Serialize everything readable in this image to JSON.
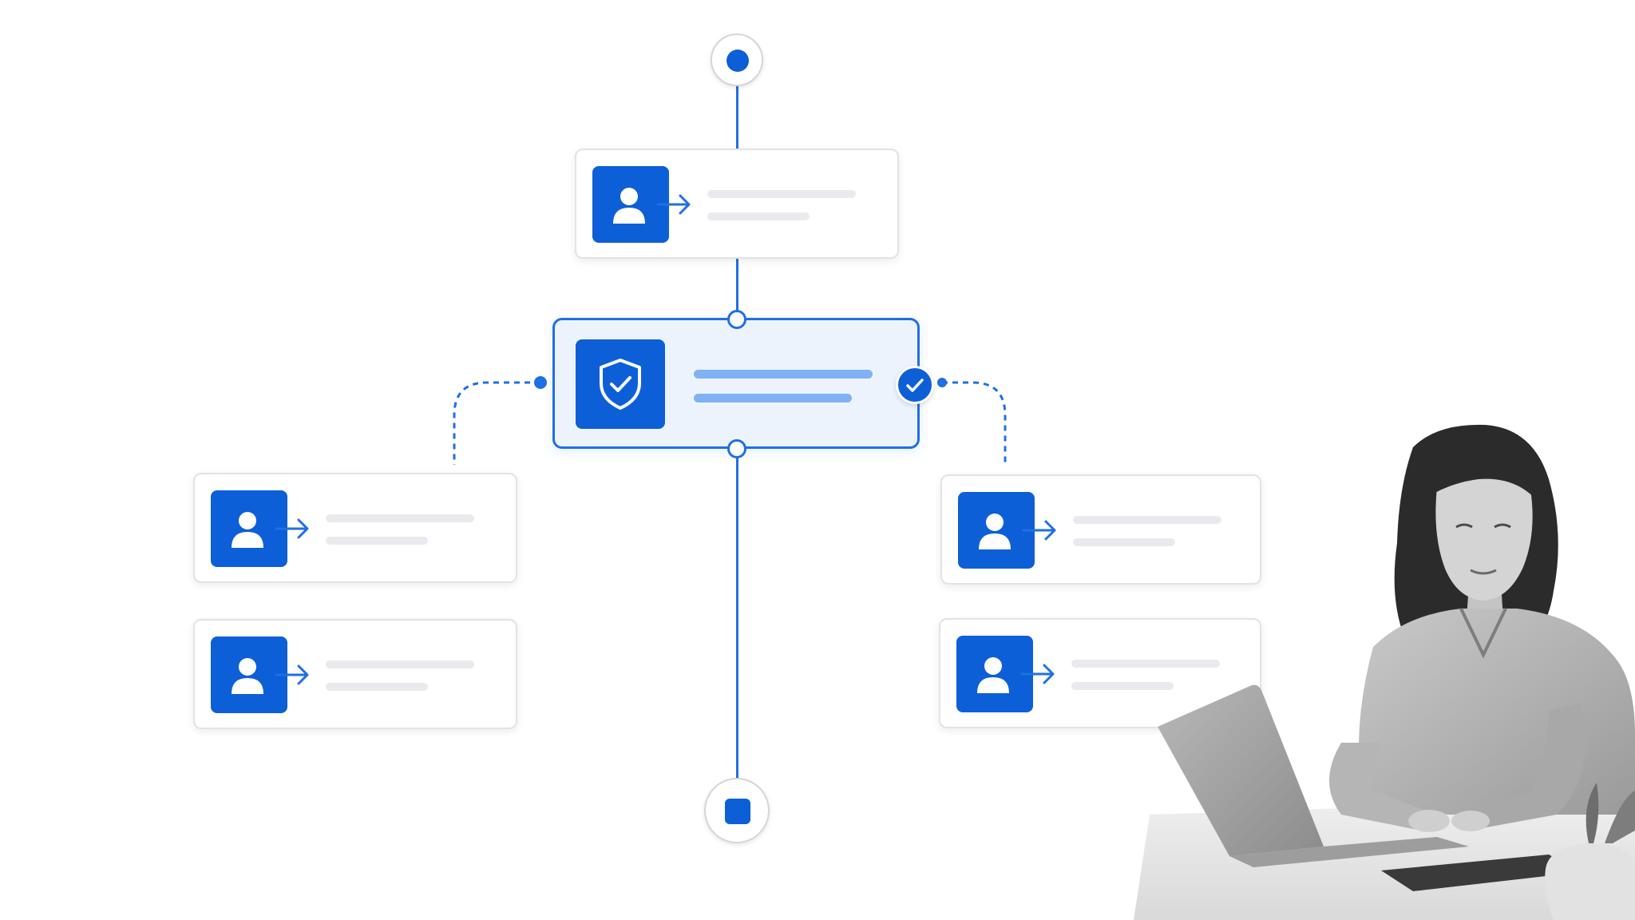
{
  "diagram": {
    "accent_color": "#0d5fd8",
    "line_color": "#1f6fe5",
    "nodes": [
      {
        "id": "top",
        "icon": "user-arrow-icon"
      },
      {
        "id": "left-1",
        "icon": "user-arrow-icon"
      },
      {
        "id": "left-2",
        "icon": "user-arrow-icon"
      },
      {
        "id": "right-1",
        "icon": "user-arrow-icon"
      },
      {
        "id": "right-2",
        "icon": "user-arrow-icon"
      }
    ],
    "decision_node": {
      "icon": "shield-check-icon",
      "status_icon": "check-icon"
    },
    "start_terminal": {
      "icon": "circle-dot-icon"
    },
    "end_terminal": {
      "icon": "square-stop-icon"
    }
  },
  "photo": {
    "subject": "person-at-laptop"
  }
}
